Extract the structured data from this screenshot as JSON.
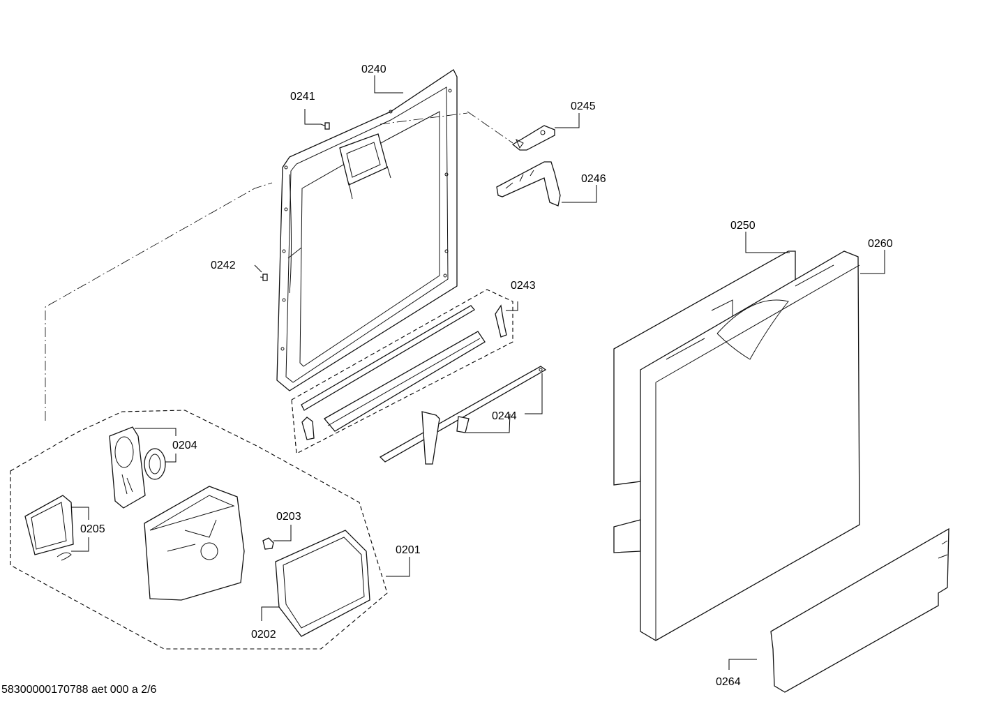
{
  "diagram": {
    "footer": "58300000170788 aet 000 a 2/6",
    "labels": {
      "p0240": "0240",
      "p0241": "0241",
      "p0242": "0242",
      "p0243": "0243",
      "p0244": "0244",
      "p0245": "0245",
      "p0246": "0246",
      "p0250": "0250",
      "p0260": "0260",
      "p0264": "0264",
      "p0201": "0201",
      "p0202": "0202",
      "p0203": "0203",
      "p0204": "0204",
      "p0205": "0205"
    }
  }
}
